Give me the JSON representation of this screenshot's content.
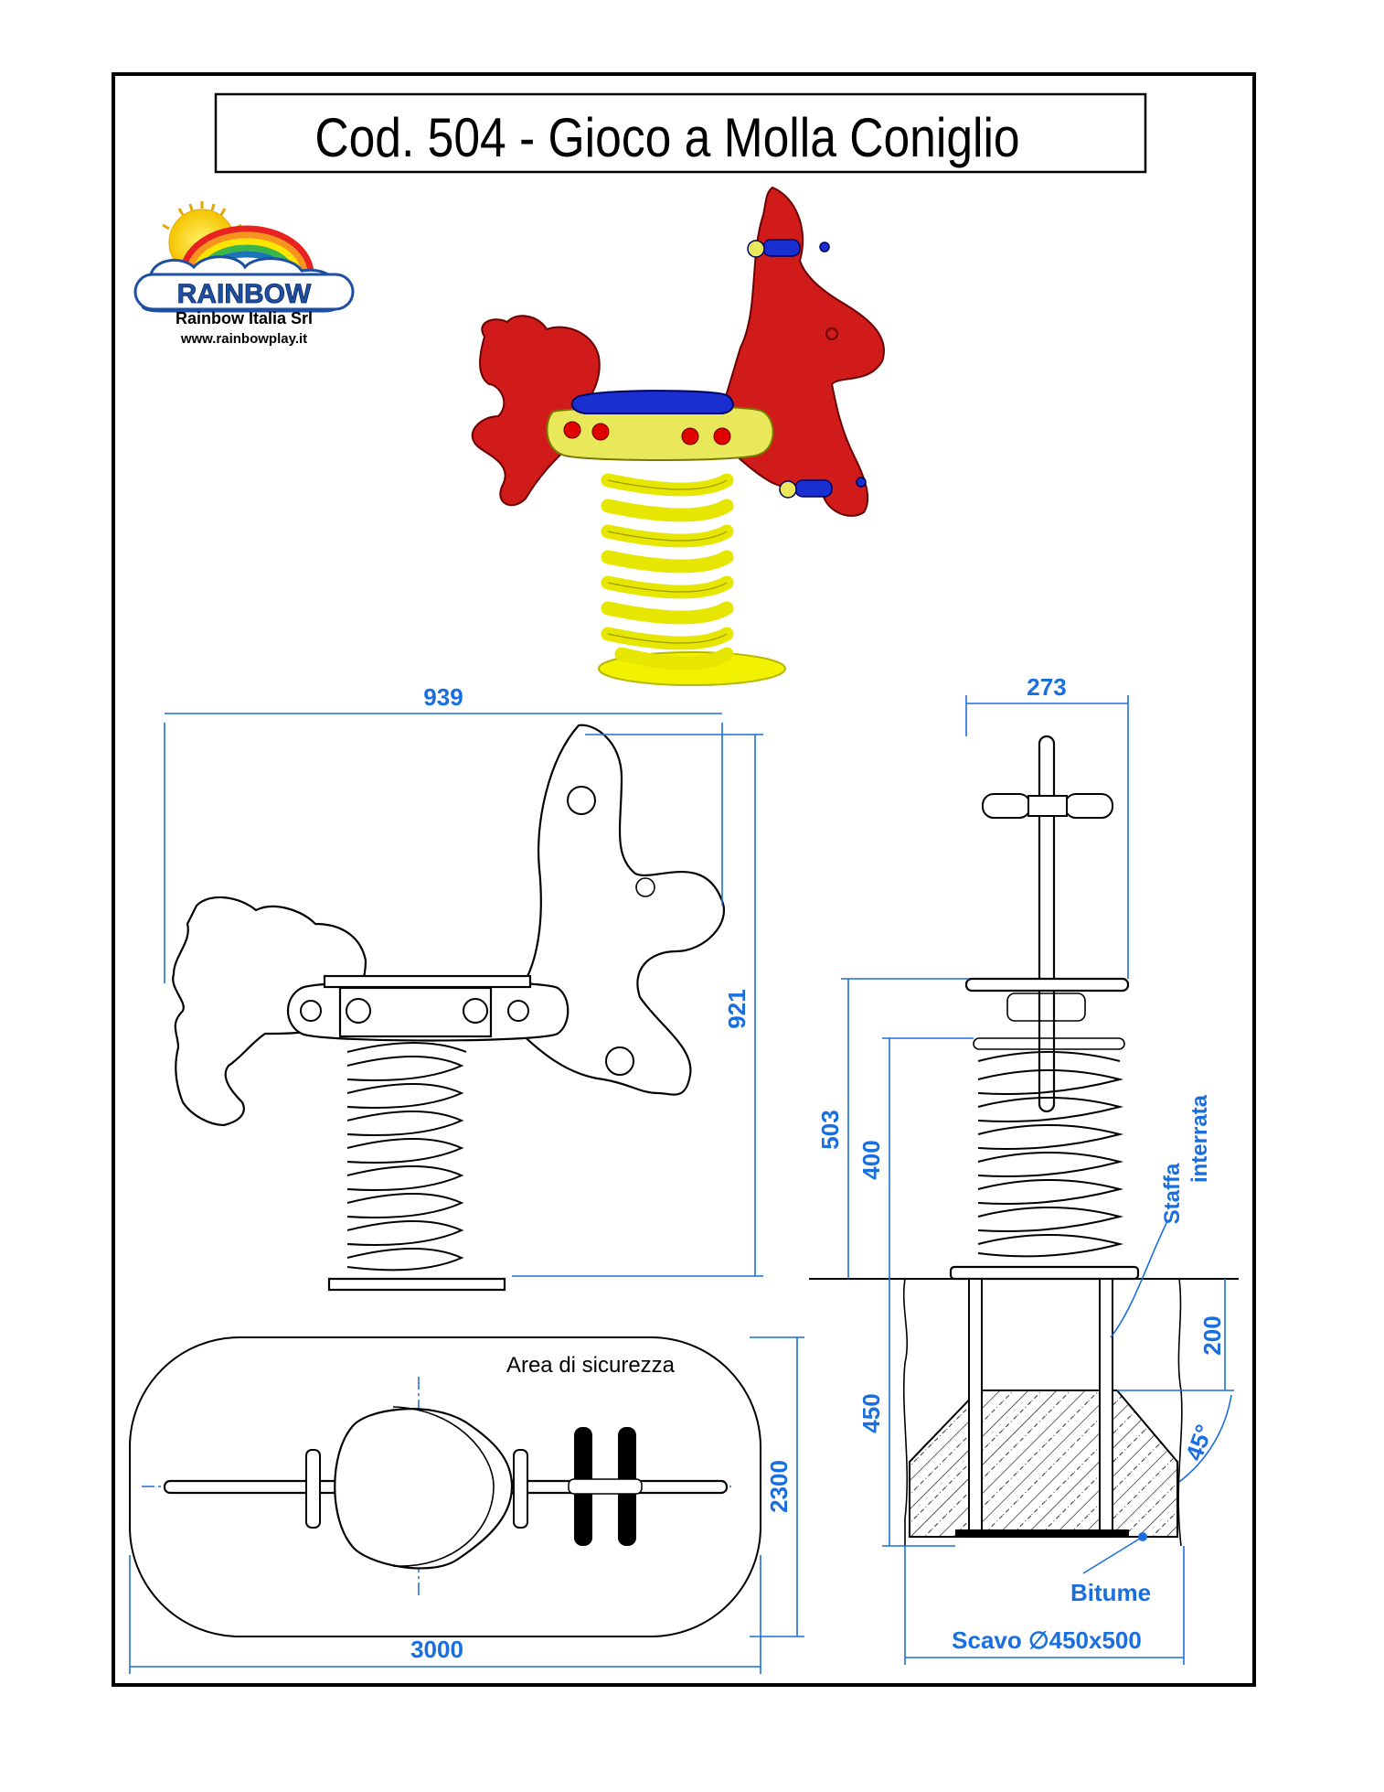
{
  "title": "Cod. 504 - Gioco a Molla Coniglio",
  "logo": {
    "brand": "RAINBOW",
    "company": "Rainbow Italia Srl",
    "website": "www.rainbowplay.it"
  },
  "dimensions": {
    "side_width": "939",
    "side_height": "921",
    "front_width": "273",
    "total_height": "503",
    "spring_height": "400",
    "foundation_depth": "450",
    "anchor_depth": "200",
    "angle": "45°",
    "area_width": "3000",
    "area_depth": "2300"
  },
  "labels": {
    "safety_area": "Area di sicurezza",
    "buried_bracket": "Staffa interrata",
    "buried_bracket_line1": "Staffa",
    "buried_bracket_line2": "interrata",
    "bitumen": "Bitume",
    "excavation": "Scavo ∅450x500"
  },
  "colors": {
    "body_red": "#d11b1b",
    "seat_blue": "#1a2fd0",
    "spring_yellow": "#f2f200",
    "dimension_blue": "#1a6fe0"
  }
}
